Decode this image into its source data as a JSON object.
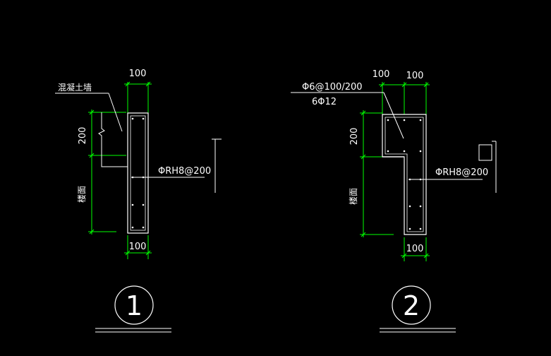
{
  "colors": {
    "background": "#000000",
    "outline": "#ffffff",
    "dimension": "#00ff00"
  },
  "detail_1": {
    "dim_top": "100",
    "dim_bottom": "100",
    "dim_side": "200",
    "label_wall": "混凝土墙",
    "label_rebar": "ΦRH8@200",
    "label_floor": "楼面",
    "number": "1"
  },
  "detail_2": {
    "dim_top_left": "100",
    "dim_top_right": "100",
    "dim_bottom": "100",
    "dim_side": "200",
    "label_stirrup": "Φ6@100/200",
    "label_main_bars": "6Φ12",
    "label_rebar": "ΦRH8@200",
    "label_floor": "楼面",
    "number": "2"
  }
}
